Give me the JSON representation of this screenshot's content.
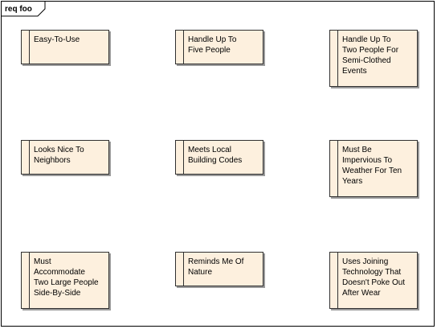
{
  "diagram": {
    "title": "req foo",
    "requirements": [
      {
        "label": "Easy-To-Use"
      },
      {
        "label": "Handle Up To\nFive People"
      },
      {
        "label": "Handle Up To\nTwo People For\nSemi-Clothed\nEvents"
      },
      {
        "label": "Looks Nice To\nNeighbors"
      },
      {
        "label": "Meets Local\nBuilding Codes"
      },
      {
        "label": "Must Be\nImpervious To\nWeather For Ten\nYears"
      },
      {
        "label": "Must\nAccommodate\nTwo Large People\nSide-By-Side"
      },
      {
        "label": "Reminds Me Of\nNature"
      },
      {
        "label": "Uses Joining\nTechnology That\nDoesn't Poke Out\nAfter Wear"
      }
    ]
  },
  "colors": {
    "requirement_fill": "#fdf0de",
    "border": "#303030",
    "shadow": "#9a9a9a"
  }
}
